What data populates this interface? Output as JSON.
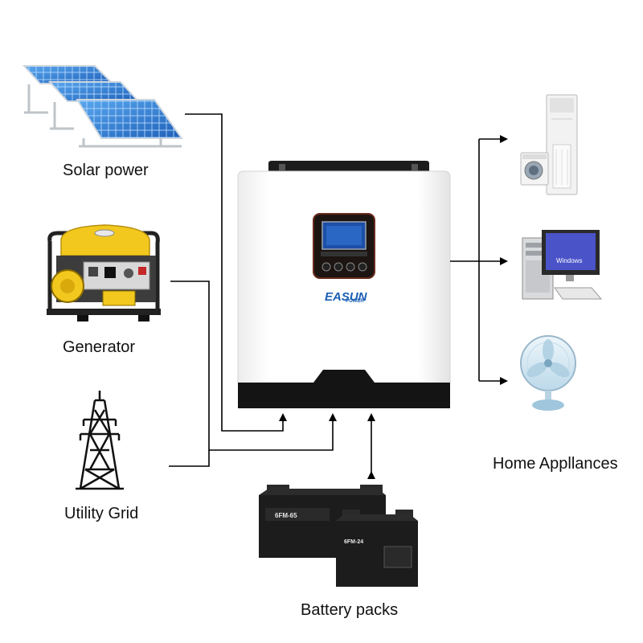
{
  "labels": {
    "solar": "Solar power",
    "generator": "Generator",
    "grid": "Utility Grid",
    "home": "Home Appllances",
    "battery": "Battery packs"
  },
  "inverter": {
    "brand_main": "EASUN",
    "brand_sub": "POWER"
  },
  "battery": {
    "left_model": "6FM-65",
    "right_model": "6FM-24"
  },
  "monitor": {
    "os_text": "Windows"
  },
  "colors": {
    "line": "#000000",
    "solar_panel": "#2f7fd6",
    "generator_yellow": "#f2c81e",
    "inverter_body": "#ffffff",
    "inverter_base": "#141414",
    "battery": "#1c1c1c",
    "lcd": "#1d4fa8",
    "brand_blue": "#1b5fb5"
  }
}
